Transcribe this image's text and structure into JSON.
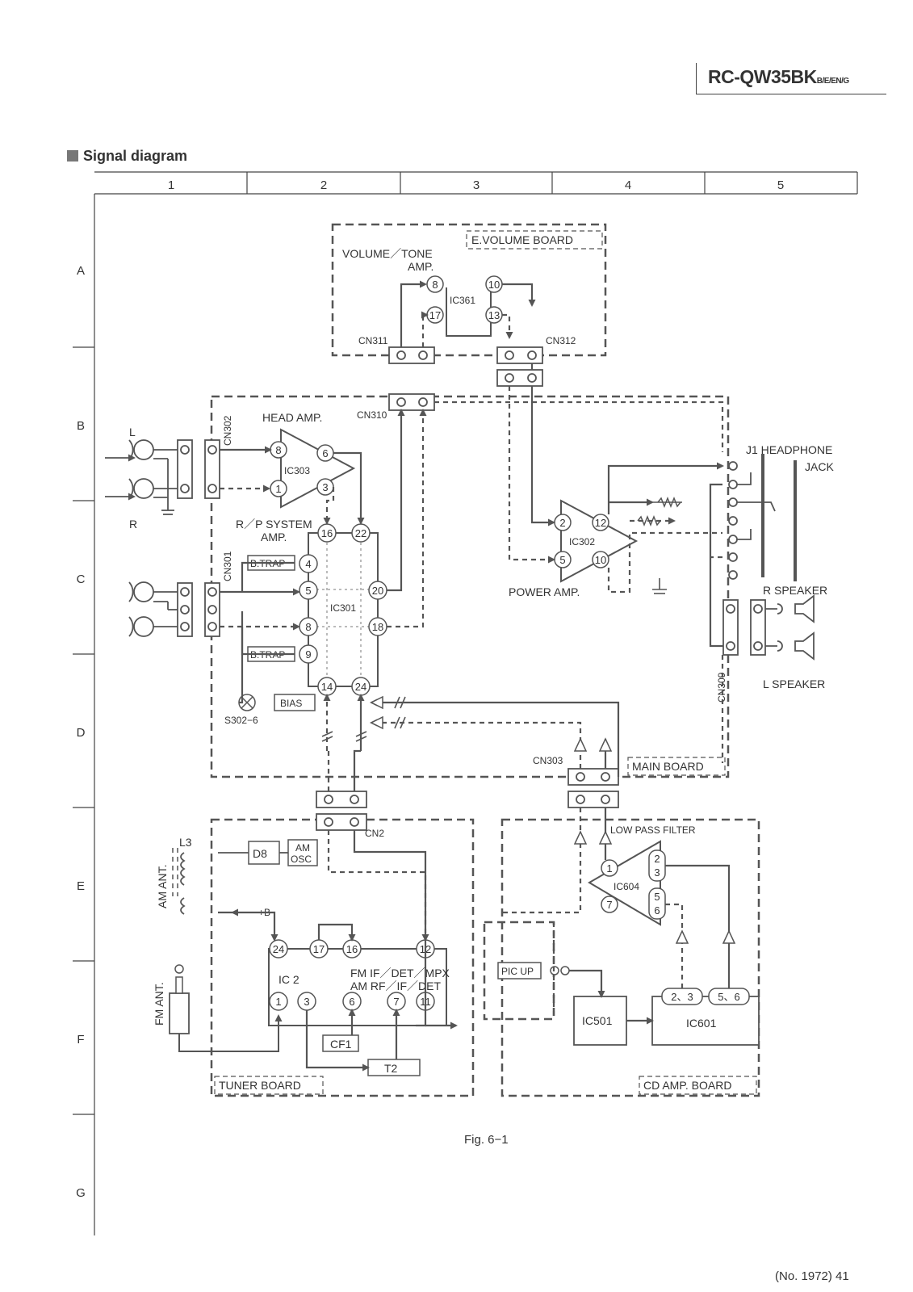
{
  "header": {
    "model": "RC-QW35BK",
    "model_suffix": "B/E/EN/G",
    "section_title": "Signal diagram"
  },
  "grid": {
    "columns": [
      "1",
      "2",
      "3",
      "4",
      "5"
    ],
    "rows": [
      "A",
      "B",
      "C",
      "D",
      "E",
      "F",
      "G"
    ]
  },
  "boards": {
    "evolume": "E.VOLUME  BOARD",
    "main": "MAIN  BOARD",
    "tuner": "TUNER  BOARD",
    "cdamp": "CD  AMP.  BOARD"
  },
  "blocks": {
    "volume_tone_1": "VOLUME／TONE",
    "volume_tone_2": "AMP.",
    "ic361": "IC361",
    "head_amp": "HEAD  AMP.",
    "ic303": "IC303",
    "rp_system_1": "R／P  SYSTEM",
    "rp_system_2": "AMP.",
    "ic301": "IC301",
    "power_amp": "POWER  AMP.",
    "ic302": "IC302",
    "btrap": "B.TRAP",
    "bias": "BIAS",
    "s302": "S302−6",
    "d8": "D8",
    "am_osc_1": "AM",
    "am_osc_2": "OSC",
    "ic2": "IC  2",
    "ic2_func_1": "FM  IF／DET／MPX",
    "ic2_func_2": "AM  RF／IF／DET",
    "cf1": "CF1",
    "t2": "T2",
    "low_pass": "LOW  PASS  FILTER",
    "ic604": "IC604",
    "pic_up": "PIC UP",
    "ic501": "IC501",
    "ic601": "IC601",
    "l3": "L3",
    "am_ant": "AM ANT.",
    "fm_ant": "FM ANT.",
    "plus_b": "+B",
    "j1_1": "J1  HEADPHONE",
    "j1_2": "JACK",
    "r_speaker": "R  SPEAKER",
    "l_speaker": "L  SPEAKER",
    "in_l": "L",
    "in_r": "R"
  },
  "connectors": {
    "cn311": "CN311",
    "cn312": "CN312",
    "cn310": "CN310",
    "cn302": "CN302",
    "cn301": "CN301",
    "cn309": "CN309",
    "cn303": "CN303",
    "cn2": "CN2"
  },
  "pins": {
    "ic361": [
      "8",
      "10",
      "17",
      "13"
    ],
    "ic303": [
      "8",
      "6",
      "1",
      "3"
    ],
    "ic301": [
      "16",
      "22",
      "4",
      "5",
      "20",
      "8",
      "18",
      "9",
      "14",
      "24"
    ],
    "ic302": [
      "2",
      "12",
      "5",
      "10"
    ],
    "ic604": [
      "1",
      "2",
      "3",
      "5",
      "6",
      "7"
    ],
    "ic2": [
      "24",
      "17",
      "16",
      "12",
      "1",
      "3",
      "6",
      "7",
      "11"
    ],
    "ic601": [
      "2、3",
      "5、6"
    ]
  },
  "footer": {
    "figure": "Fig. 6−1",
    "page": "(No. 1972) 41"
  }
}
